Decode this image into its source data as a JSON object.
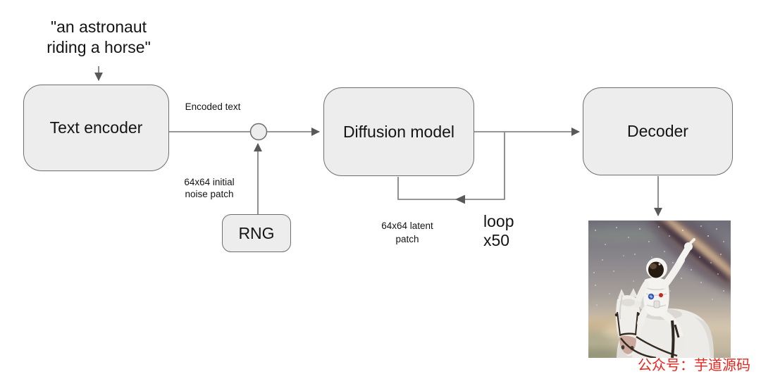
{
  "diagram": {
    "prompt": "\"an astronaut riding a horse\"",
    "nodes": {
      "text_encoder": "Text encoder",
      "rng": "RNG",
      "diffusion_model": "Diffusion model",
      "decoder": "Decoder"
    },
    "edge_labels": {
      "encoded_text": "Encoded text",
      "initial_noise": "64x64 initial noise patch",
      "latent_patch": "64x64 latent patch",
      "loop": "loop x50"
    },
    "image": {
      "description": "generated photo: astronaut riding a white horse"
    },
    "watermark": "公众号：芋道源码",
    "colors": {
      "box_fill": "#ededed",
      "box_border": "#6e6e6e",
      "connector": "#757575",
      "text": "#141414",
      "watermark": "#e8251c"
    }
  }
}
